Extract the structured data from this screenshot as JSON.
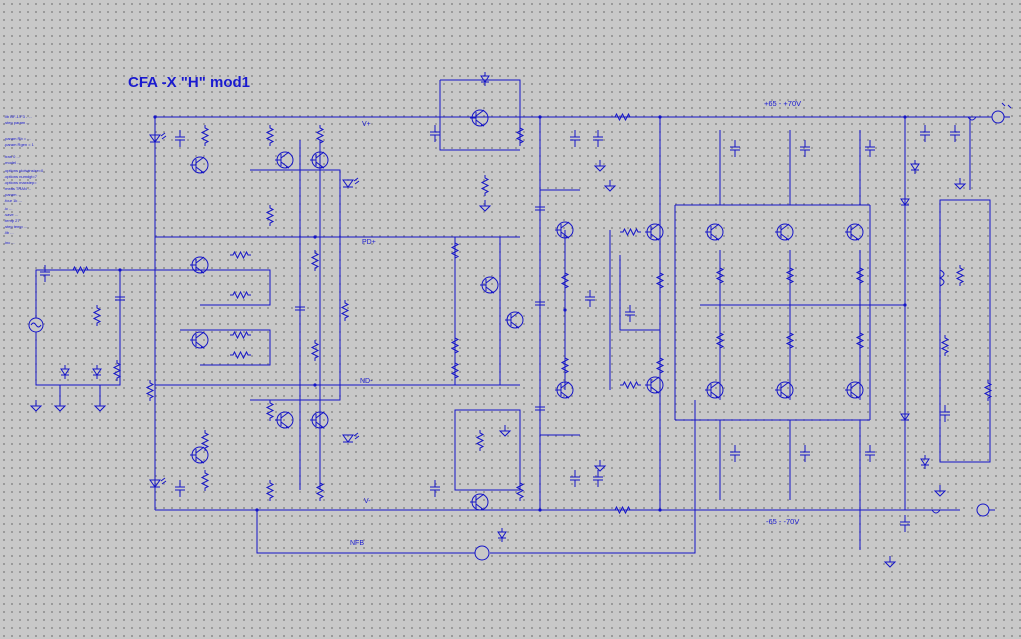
{
  "title": "CFA -X \"H\" mod1",
  "net_labels": {
    "vpos_rail": "V+",
    "vneg_rail": "V-",
    "pd_plus": "PD+",
    "nd_minus": "ND-",
    "nfb": "NFB",
    "pos_supply": "+65 - +70V",
    "neg_supply": "-65 - -70V"
  },
  "directive_lines": [
    ".lib BF-1-F3 - ...",
    ".step param ...",
    ".param Rb = ...",
    ".param Rgen = 1",
    ".tran 0 ...",
    ".model ...",
    ".options plotwinsize=0",
    ".options numdgt=7",
    ".options maxstep=",
    ".meas TRAN ...",
    ".param ...",
    ".four 1k ...",
    ".ic ...",
    ".save ...",
    ".temp 27",
    ".step temp ...",
    ".lib ...",
    ".inc ..."
  ],
  "icons": {
    "input_source": "sine-source-icon",
    "output_port": "output-port-icon",
    "ground": "ground-icon"
  },
  "colors": {
    "background": "#c8c8c8",
    "wire": "#1515c8",
    "text": "#1a1ad0"
  }
}
